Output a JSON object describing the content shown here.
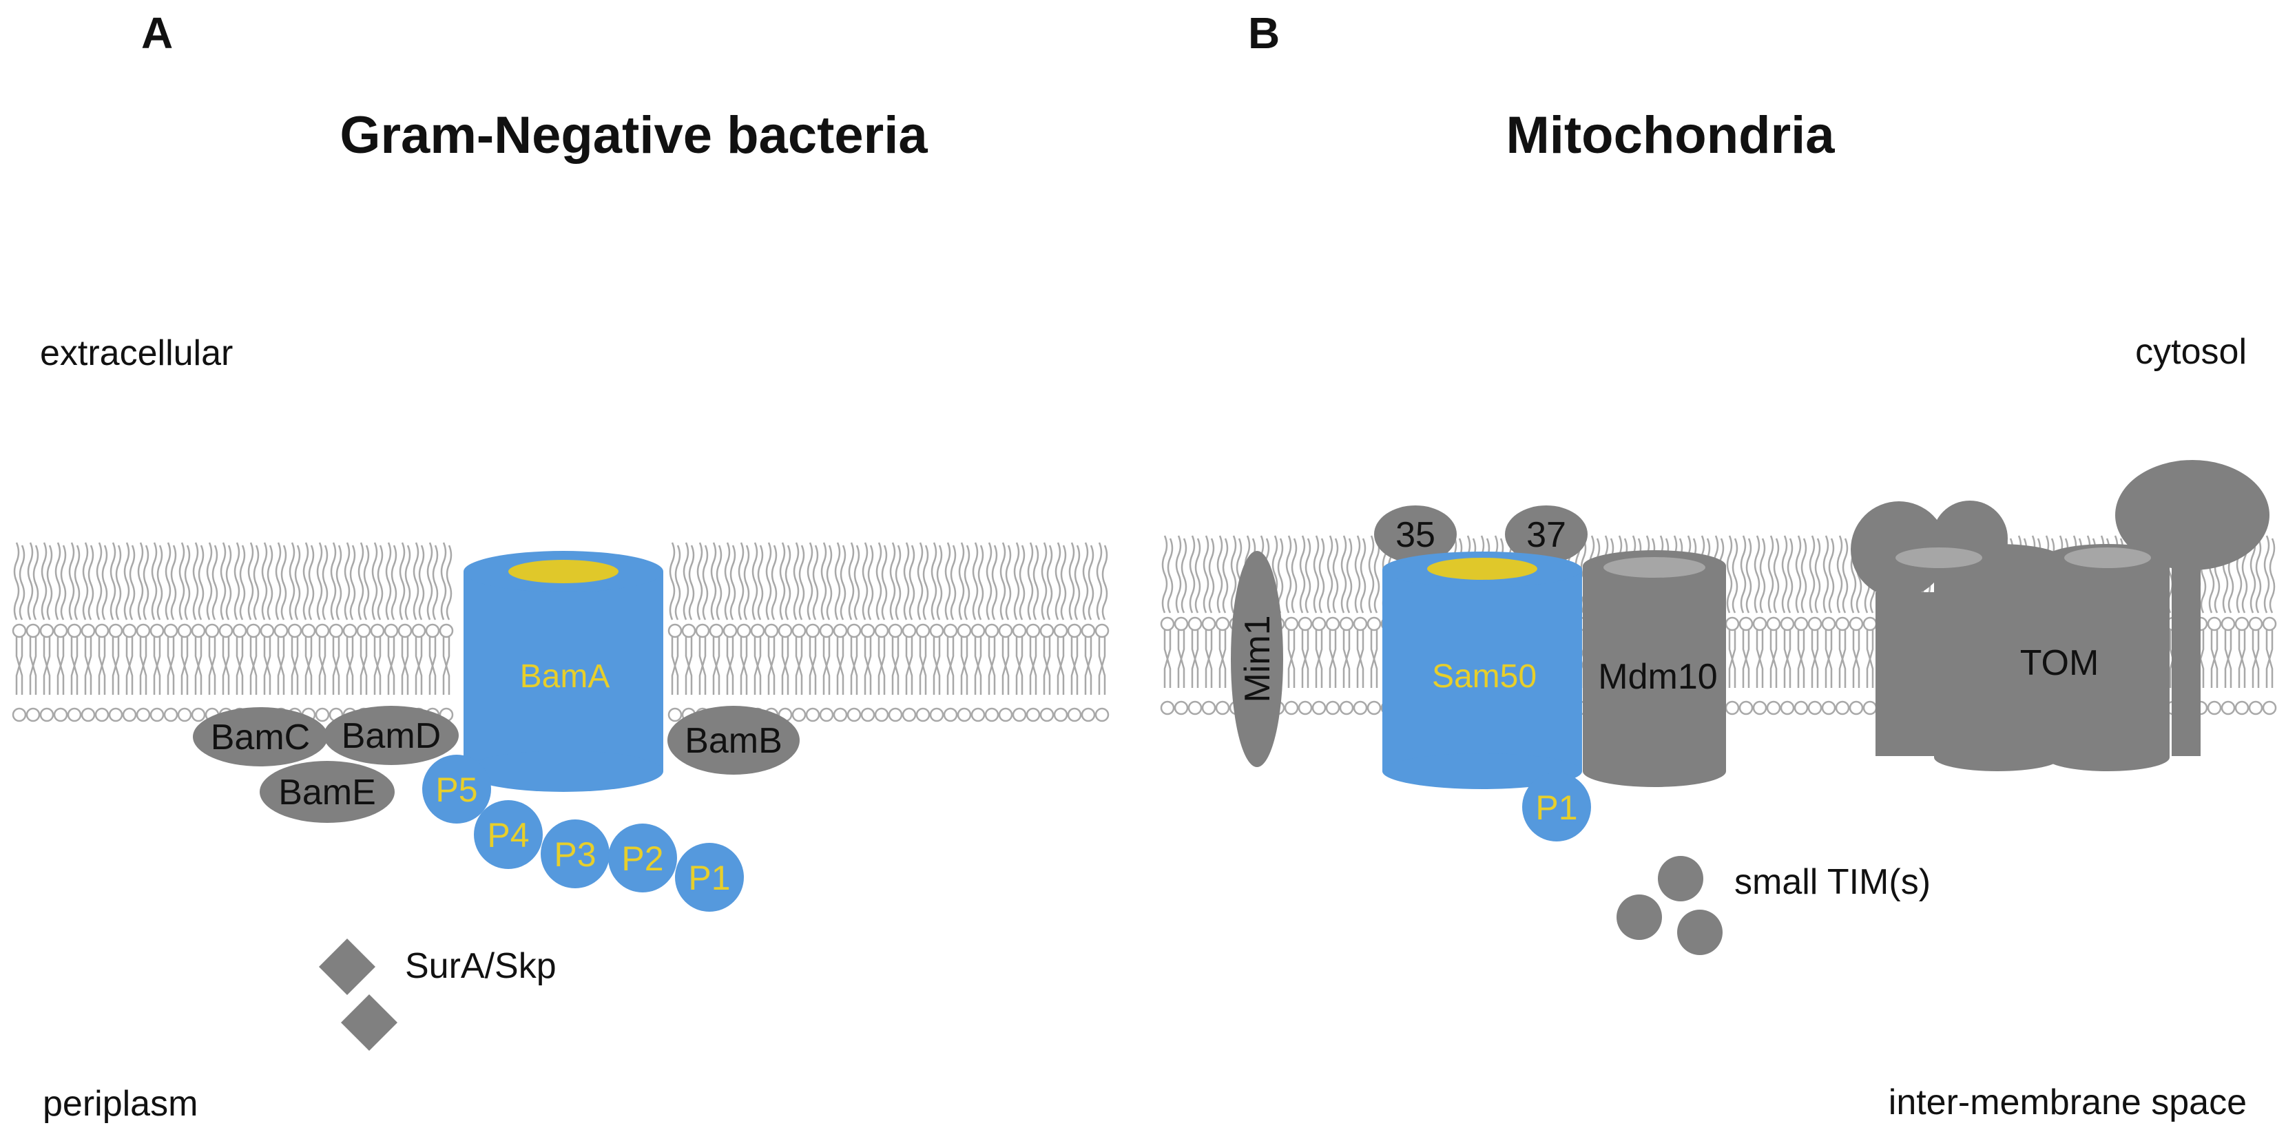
{
  "panel_a": {
    "letter": "A",
    "title": "Gram-Negative bacteria",
    "top_label": "extracellular",
    "bottom_label": "periplasm",
    "components": {
      "bama": "BamA",
      "bamb": "BamB",
      "bamc": "BamC",
      "bamd": "BamD",
      "bame": "BamE"
    },
    "potra": [
      "P5",
      "P4",
      "P3",
      "P2",
      "P1"
    ],
    "chaperone_label": "SurA/Skp"
  },
  "panel_b": {
    "letter": "B",
    "title": "Mitochondria",
    "top_label": "cytosol",
    "bottom_label": "inter-membrane space",
    "components": {
      "mim1": "Mim1",
      "sam35": "35",
      "sam37": "37",
      "sam50": "Sam50",
      "mdm10": "Mdm10",
      "tom": "TOM",
      "potra": "P1"
    },
    "chaperone_label": "small TIM(s)"
  },
  "colors": {
    "protein_blue": "#5599dd",
    "barrel_pore_yellow": "#e0c82a",
    "protein_gray": "#808080",
    "label_yellow": "#e8cf2a",
    "lipid_outline": "#a8a8a8"
  }
}
